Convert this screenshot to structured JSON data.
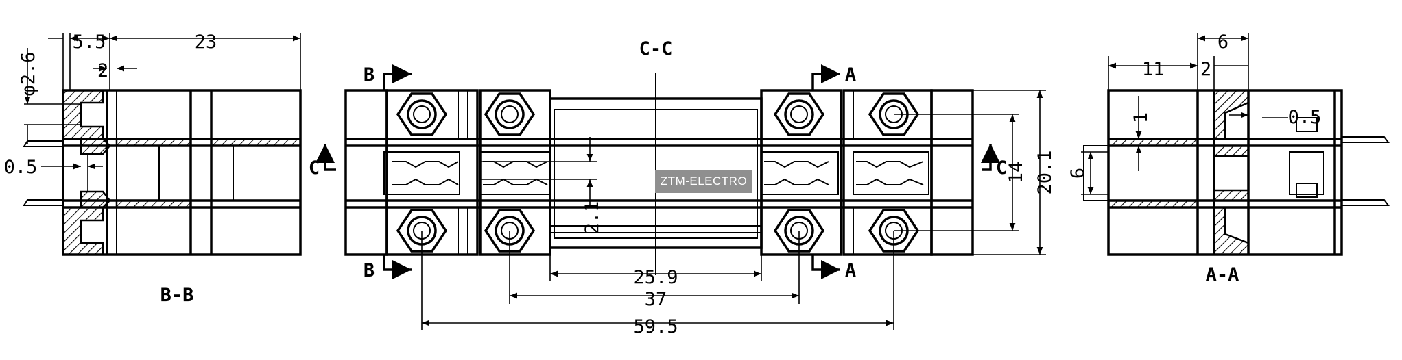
{
  "section_labels": {
    "left": "B-B",
    "center": "C-C",
    "right": "A-A",
    "arrow_b": "B",
    "arrow_a": "A",
    "arrow_c": "C"
  },
  "dimensions": {
    "dia": "φ2.6",
    "d5_5": "5.5",
    "d23": "23",
    "d2_left": "2",
    "d0_5_left": "0.5",
    "d2_1": "2.1",
    "d25_9": "25.9",
    "d37": "37",
    "d59_5": "59.5",
    "d14": "14",
    "d20_1": "20.1",
    "d11": "11",
    "d6_top": "6",
    "d2_right": "2",
    "d1": "1",
    "d0_5_right": "0.5",
    "d6_left": "6"
  },
  "watermark": "ZTM-ELECTRO"
}
